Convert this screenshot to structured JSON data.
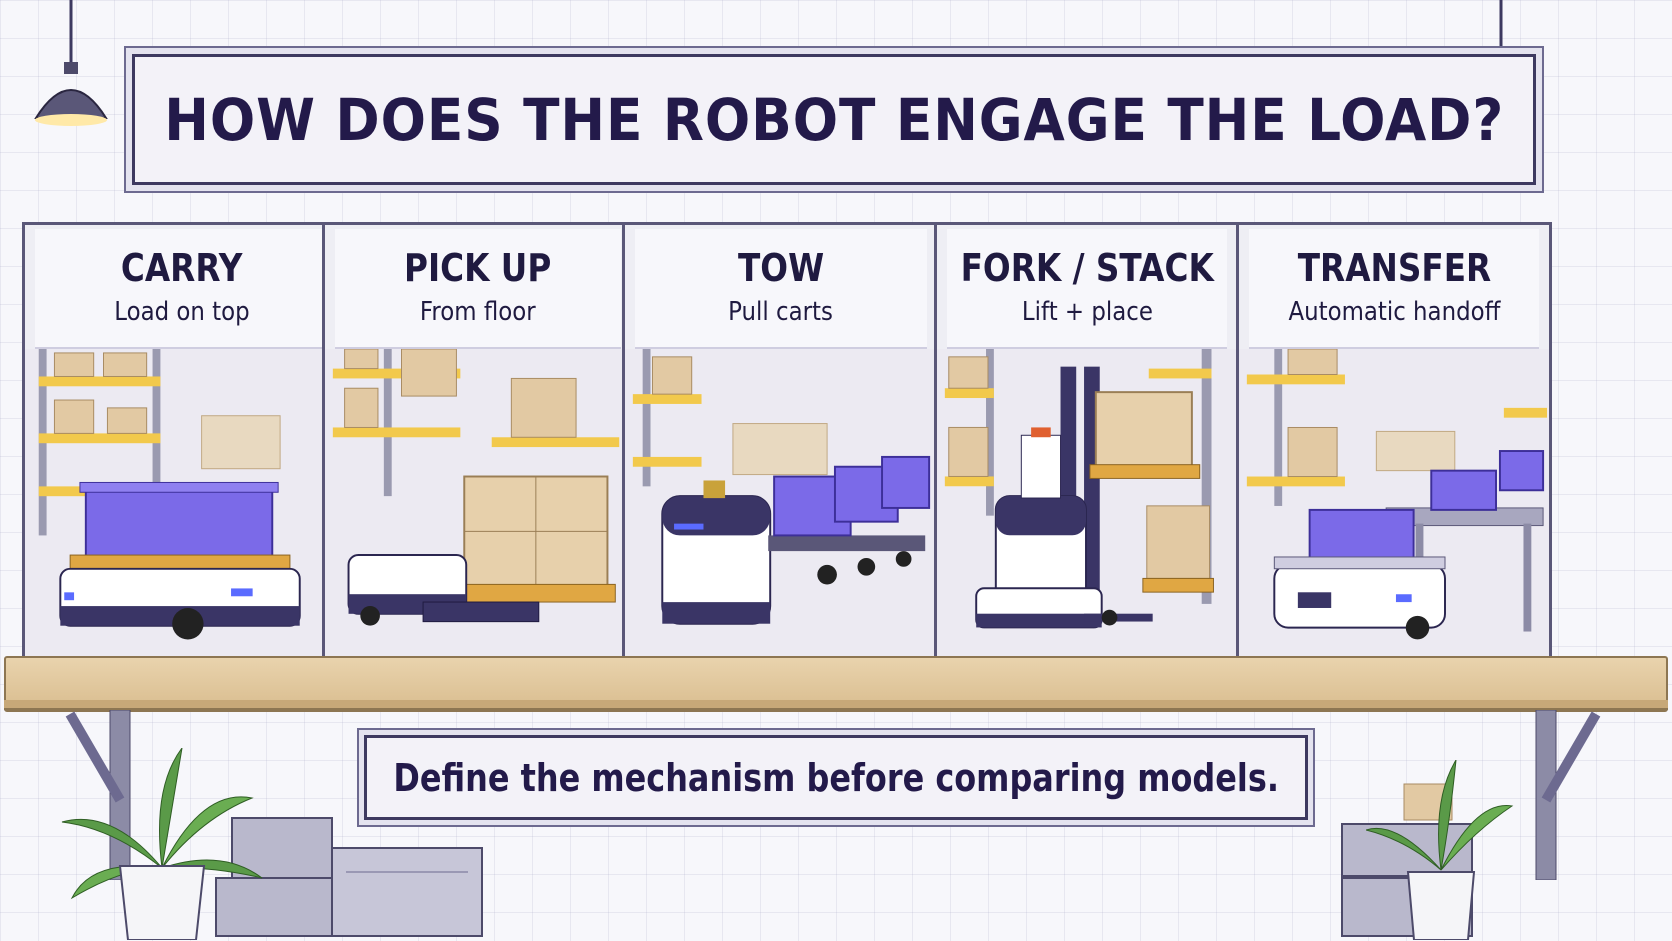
{
  "title": "HOW DOES THE ROBOT ENGAGE THE LOAD?",
  "panels": [
    {
      "title": "CARRY",
      "subtitle": "Load on top"
    },
    {
      "title": "PICK UP",
      "subtitle": "From floor"
    },
    {
      "title": "TOW",
      "subtitle": "Pull carts"
    },
    {
      "title": "FORK / STACK",
      "subtitle": "Lift + place"
    },
    {
      "title": "TRANSFER",
      "subtitle": "Automatic handoff"
    }
  ],
  "footer": "Define the mechanism before comparing models.",
  "colors": {
    "ink": "#231a4a",
    "accent_purple": "#7b6ae8",
    "cardboard": "#e2c9a3",
    "pallet": "#e0a743",
    "rack_yellow": "#f2c94c",
    "shelf_wood": "#e3c99e"
  },
  "icons": [
    "hanging-lamp-icon",
    "potted-plant-icon",
    "storage-crate-icon"
  ]
}
